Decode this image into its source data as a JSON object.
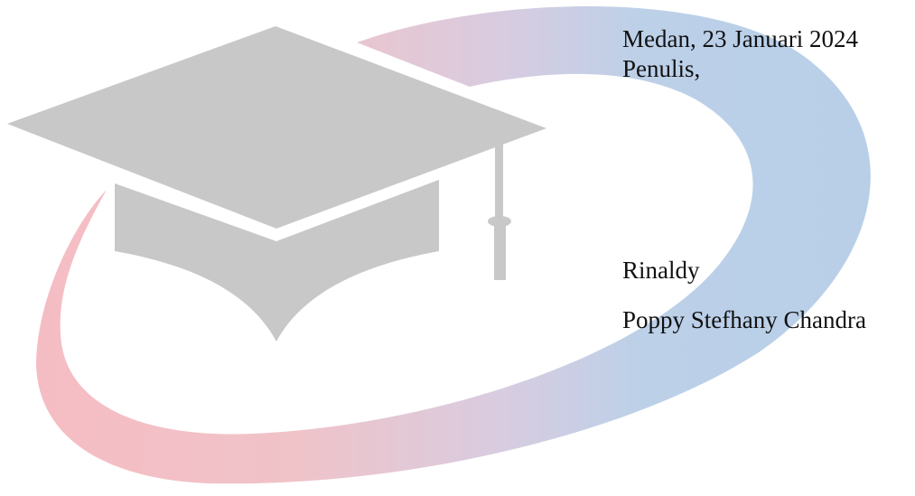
{
  "letter": {
    "place_date": "Medan, 23 Januari 2024",
    "signoff": "Penulis,",
    "authors": [
      "Rinaldy",
      "Poppy Stefhany Chandra"
    ]
  },
  "colors": {
    "swoosh_red": "#f5bcc2",
    "swoosh_blue": "#b8cfe8",
    "cap_gray": "#c8c8c8",
    "text": "#111111"
  },
  "icons": {
    "cap": "graduation-cap-icon",
    "swoosh": "orbit-swoosh-icon"
  }
}
